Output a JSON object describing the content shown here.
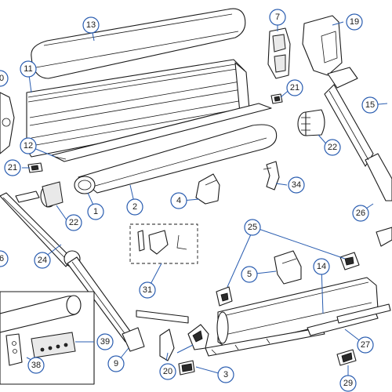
{
  "callouts": {
    "c13": "13",
    "c7": "7",
    "c19": "19",
    "c11": "11",
    "c0": "0",
    "c21a": "21",
    "c15": "15",
    "c12": "12",
    "c22a": "22",
    "c21b": "21",
    "c34": "34",
    "c4": "4",
    "c2": "2",
    "c1": "1",
    "c22b": "22",
    "c26": "26",
    "c25": "25",
    "c6": "6",
    "c24": "24",
    "c31": "31",
    "c5": "5",
    "c14": "14",
    "c39": "39",
    "c9": "9",
    "c38": "38",
    "c20": "20",
    "c3": "3",
    "c27": "27",
    "c29": "29"
  },
  "colors": {
    "line": "#1a1a1a",
    "leader": "#2a5db0",
    "background": "#ffffff"
  }
}
